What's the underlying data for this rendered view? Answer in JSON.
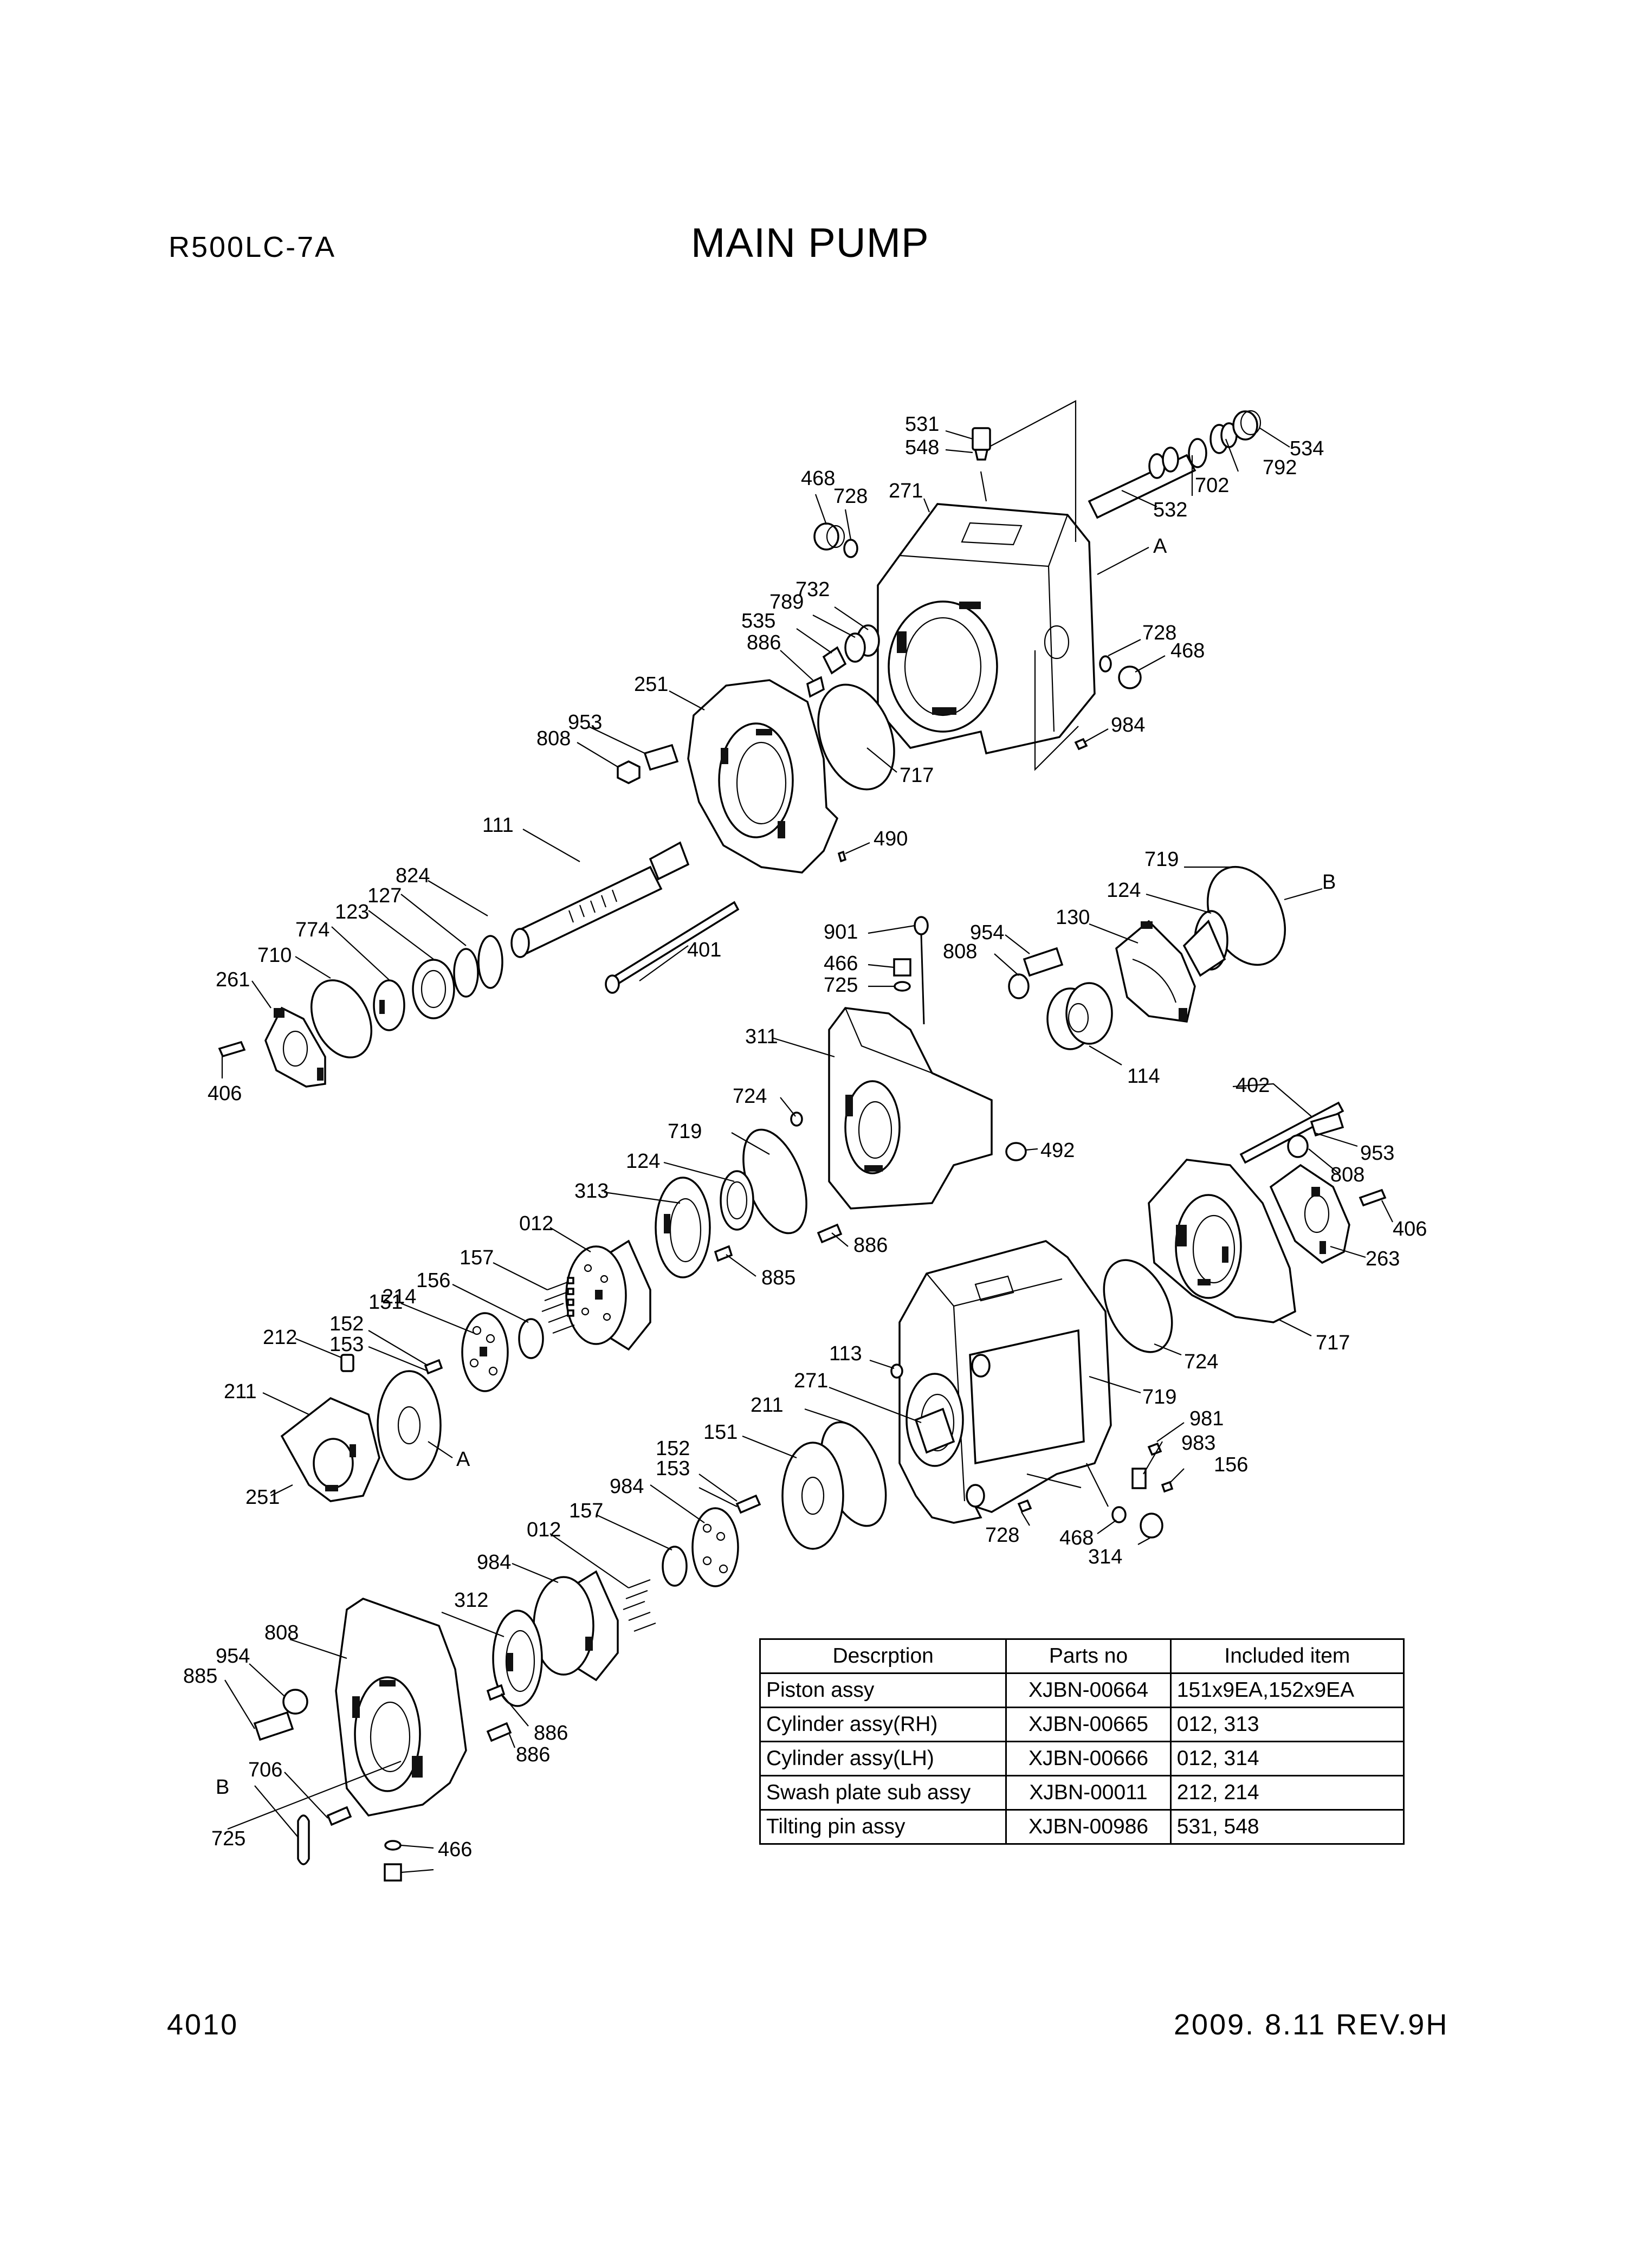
{
  "header": {
    "model": "R500LC-7A",
    "title": "MAIN PUMP"
  },
  "footer": {
    "page": "4010",
    "revision": "2009. 8.11 REV.9H"
  },
  "callouts": [
    "531",
    "548",
    "534",
    "792",
    "702",
    "532",
    "468",
    "728",
    "271",
    "A",
    "732",
    "789",
    "535",
    "886",
    "728",
    "468",
    "251",
    "953",
    "808",
    "717",
    "984",
    "111",
    "490",
    "824",
    "127",
    "123",
    "774",
    "710",
    "261",
    "406",
    "401",
    "719",
    "B",
    "124",
    "130",
    "954",
    "808",
    "901",
    "466",
    "725",
    "311",
    "114",
    "402",
    "953",
    "808",
    "406",
    "724",
    "492",
    "719",
    "124",
    "313",
    "886",
    "012",
    "885",
    "263",
    "157",
    "156",
    "151",
    "152",
    "153",
    "214",
    "212",
    "211",
    "A",
    "251",
    "717",
    "724",
    "113",
    "271",
    "719",
    "211",
    "151",
    "152",
    "153",
    "984",
    "981",
    "983",
    "156",
    "157",
    "012",
    "984",
    "728",
    "468",
    "314",
    "312",
    "808",
    "954",
    "885",
    "886",
    "886",
    "706",
    "B",
    "725",
    "466"
  ],
  "table": {
    "headers": [
      "Descrption",
      "Parts no",
      "Included item"
    ],
    "rows": [
      [
        "Piston  assy",
        "XJBN-00664",
        "151x9EA,152x9EA"
      ],
      [
        "Cylinder  assy(RH)",
        "XJBN-00665",
        "012, 313"
      ],
      [
        "Cylinder  assy(LH)",
        "XJBN-00666",
        "012, 314"
      ],
      [
        "Swash plate sub assy",
        "XJBN-00011",
        "212, 214"
      ],
      [
        "Tilting pin assy",
        "XJBN-00986",
        "531, 548"
      ]
    ]
  }
}
